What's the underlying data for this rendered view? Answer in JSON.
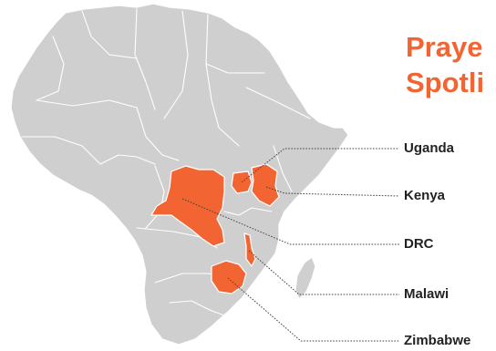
{
  "title": {
    "line1": "Praye",
    "line2": "Spotli"
  },
  "highlight_color": "#f26532",
  "map_color": "#cfcfcf",
  "countries": [
    {
      "id": "uganda",
      "label": "Uganda"
    },
    {
      "id": "kenya",
      "label": "Kenya"
    },
    {
      "id": "drc",
      "label": "DRC"
    },
    {
      "id": "malawi",
      "label": "Malawi"
    },
    {
      "id": "zimbabwe",
      "label": "Zimbabwe"
    }
  ]
}
